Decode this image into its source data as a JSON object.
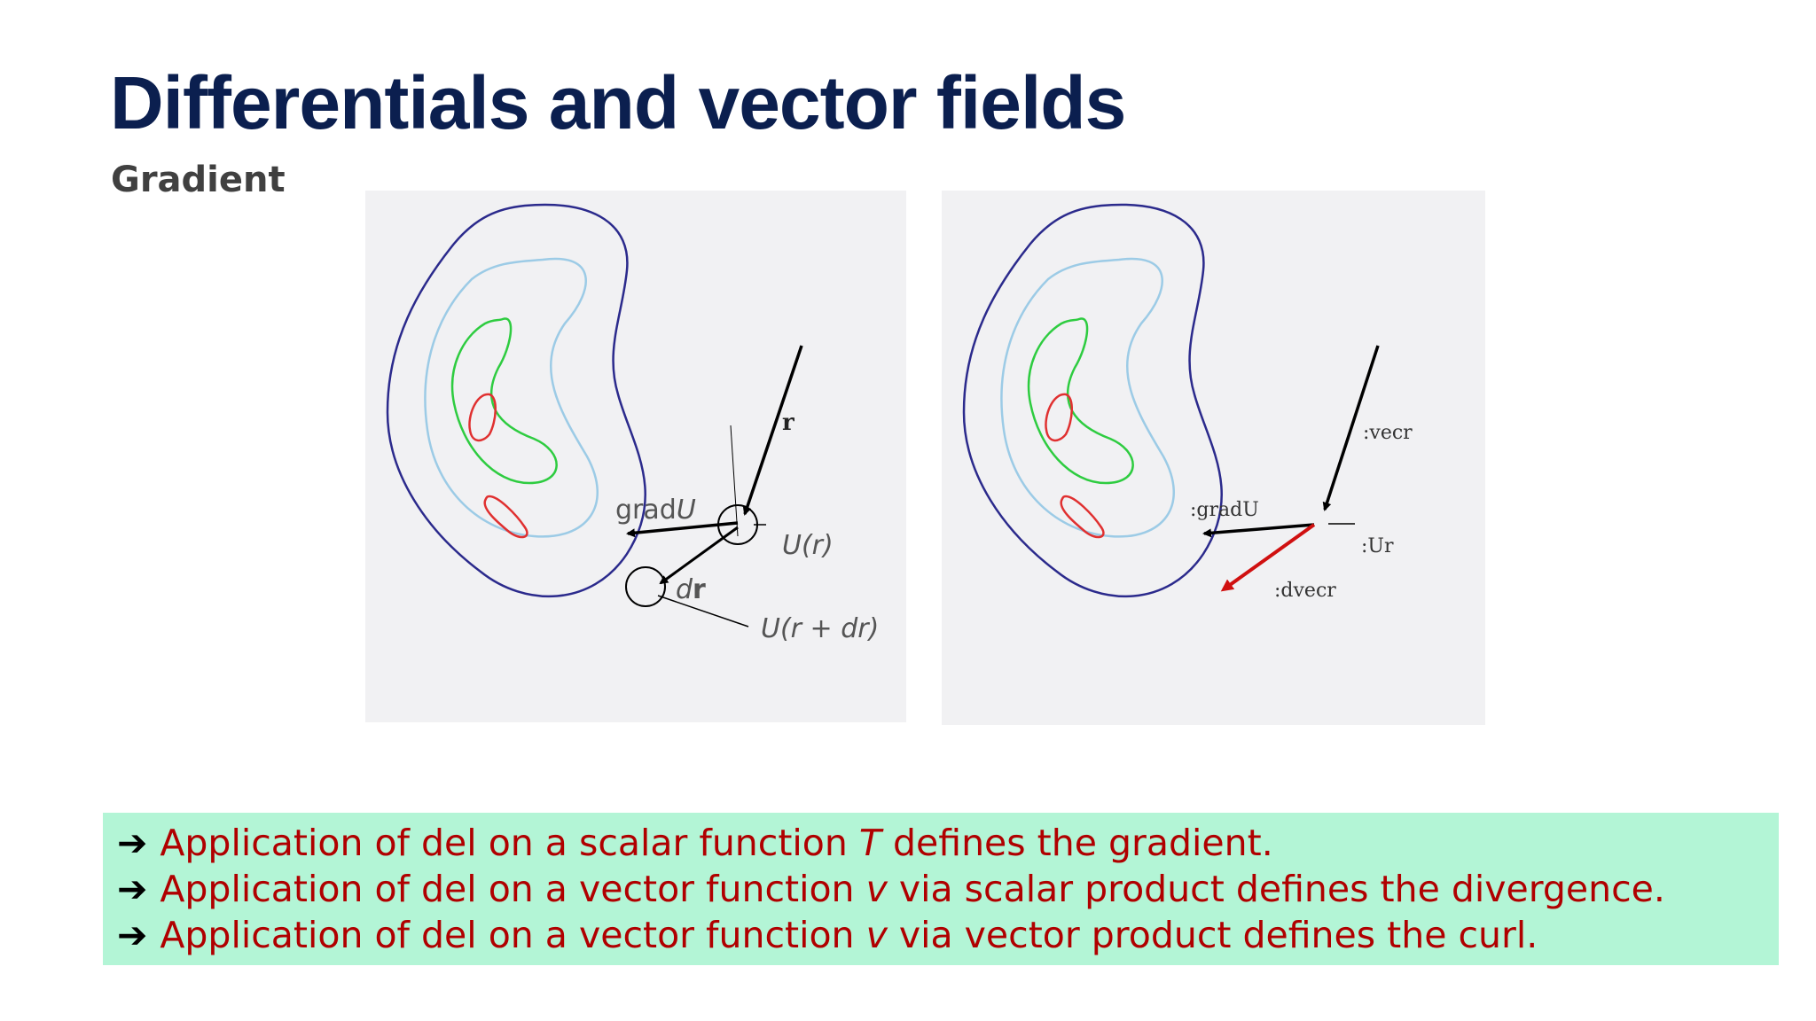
{
  "slide": {
    "title": "Differentials and vector fields",
    "subtitle": "Gradient"
  },
  "figure_left": {
    "labels": {
      "r": "r",
      "grad": "grad",
      "gradU_var": "U",
      "U_r": "U(r)",
      "d": "d",
      "dr_r": "r",
      "U_r_dr": "U(r + dr)"
    }
  },
  "figure_right": {
    "labels": {
      "vecr": ":vecr",
      "gradU": ":gradU",
      "Ur": ":Ur",
      "dvecr": ":dvecr"
    }
  },
  "summary": {
    "arrow_glyph": "➔",
    "lines": [
      {
        "before": "Application of del on a scalar function ",
        "var": "T",
        "after": " defines the gradient."
      },
      {
        "before": "Application of del on a vector function ",
        "var": "v",
        "after": " via scalar product defines the divergence."
      },
      {
        "before": "Application of del on a vector function ",
        "var": "v",
        "after": " via vector product defines the curl."
      }
    ]
  },
  "colors": {
    "title": "#0b1f4f",
    "summary_text": "#b00000",
    "summary_bg": "#b3f5d6",
    "contour_outer": "#2b2a8c",
    "contour_2": "#9ccbe6",
    "contour_3": "#2ecc40",
    "contour_inner": "#e03030",
    "arrow_red": "#d01010"
  }
}
